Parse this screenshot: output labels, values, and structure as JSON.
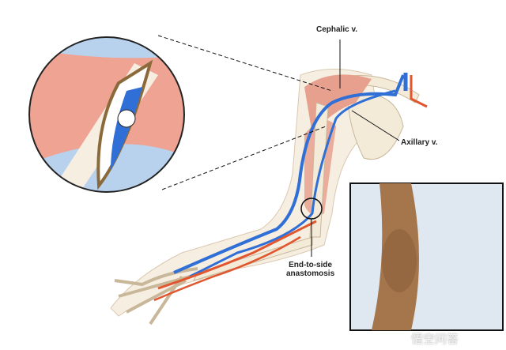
{
  "labels": {
    "cephalic": "Cephalic v.",
    "axillary": "Axillary v.",
    "anastomosis_line1": "End-to-side",
    "anastomosis_line2": "anastomosis"
  },
  "watermark": "悟空问答",
  "colors": {
    "vein": "#2f6fd6",
    "artery": "#e0562e",
    "muscle": "#e8a08e",
    "skin": "#f6ecdc",
    "bone": "#f3ead8"
  }
}
